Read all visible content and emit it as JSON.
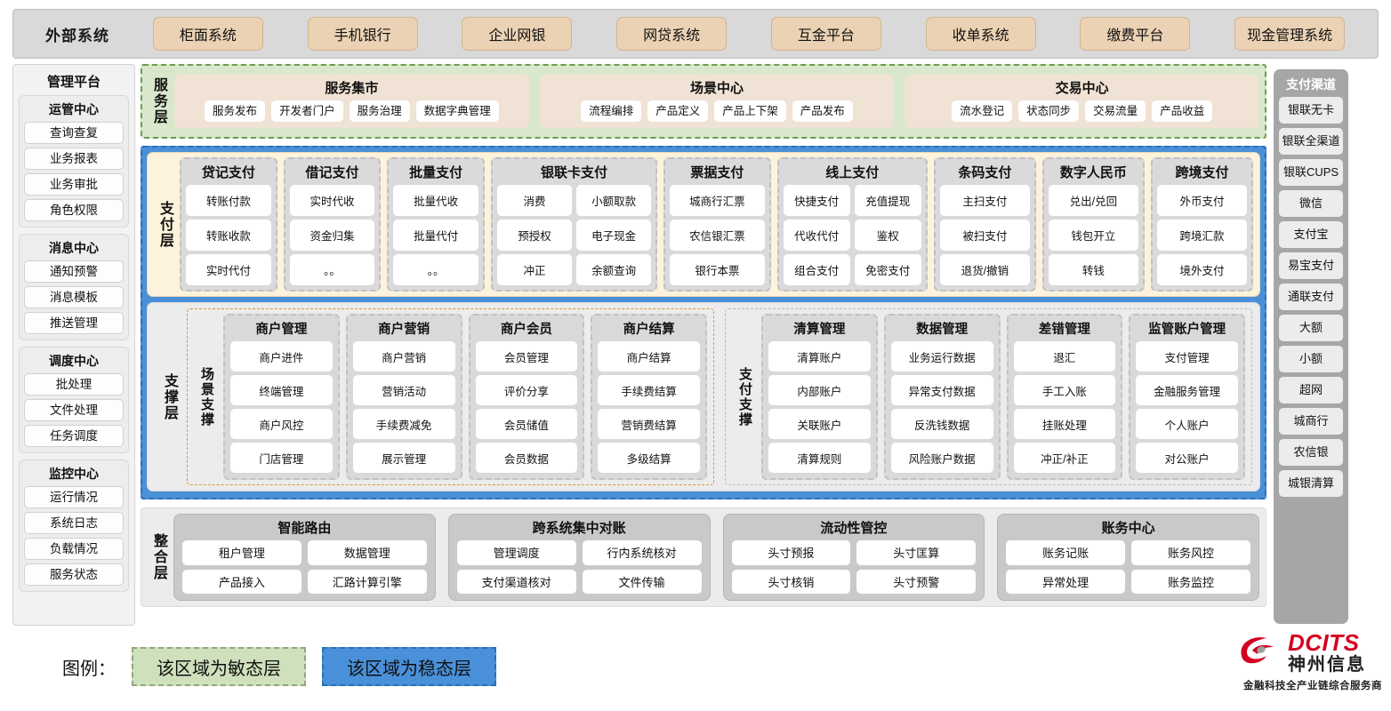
{
  "external_systems": {
    "title": "外部系统",
    "items": [
      "柜面系统",
      "手机银行",
      "企业网银",
      "网贷系统",
      "互金平台",
      "收单系统",
      "缴费平台",
      "现金管理系统"
    ]
  },
  "management_platform": {
    "title": "管理平台",
    "groups": [
      {
        "title": "运管中心",
        "items": [
          "查询查复",
          "业务报表",
          "业务审批",
          "角色权限"
        ]
      },
      {
        "title": "消息中心",
        "items": [
          "通知预警",
          "消息模板",
          "推送管理"
        ]
      },
      {
        "title": "调度中心",
        "items": [
          "批处理",
          "文件处理",
          "任务调度"
        ]
      },
      {
        "title": "监控中心",
        "items": [
          "运行情况",
          "系统日志",
          "负载情况",
          "服务状态"
        ]
      }
    ]
  },
  "payment_channels": {
    "title": "支付渠道",
    "items": [
      "银联无卡",
      "银联全渠道",
      "银联CUPS",
      "微信",
      "支付宝",
      "易宝支付",
      "通联支付",
      "大额",
      "小额",
      "超网",
      "城商行",
      "农信银",
      "城银清算"
    ]
  },
  "service_layer": {
    "label": "服务层",
    "groups": [
      {
        "title": "服务集市",
        "items": [
          "服务发布",
          "开发者门户",
          "服务治理",
          "数据字典管理"
        ]
      },
      {
        "title": "场景中心",
        "items": [
          "流程编排",
          "产品定义",
          "产品上下架",
          "产品发布"
        ]
      },
      {
        "title": "交易中心",
        "items": [
          "流水登记",
          "状态同步",
          "交易流量",
          "产品收益"
        ]
      }
    ]
  },
  "payment_layer": {
    "label": "支付层",
    "groups": [
      {
        "title": "贷记支付",
        "cols": 1,
        "rows": [
          [
            "转账付款"
          ],
          [
            "转账收款"
          ],
          [
            "实时代付"
          ]
        ]
      },
      {
        "title": "借记支付",
        "cols": 1,
        "rows": [
          [
            "实时代收"
          ],
          [
            "资金归集"
          ],
          [
            "。。"
          ]
        ]
      },
      {
        "title": "批量支付",
        "cols": 1,
        "rows": [
          [
            "批量代收"
          ],
          [
            "批量代付"
          ],
          [
            "。。"
          ]
        ]
      },
      {
        "title": "银联卡支付",
        "cols": 2,
        "rows": [
          [
            "消费",
            "小额取款"
          ],
          [
            "预授权",
            "电子现金"
          ],
          [
            "冲正",
            "余额查询"
          ]
        ]
      },
      {
        "title": "票据支付",
        "cols": 1,
        "rows": [
          [
            "城商行汇票"
          ],
          [
            "农信银汇票"
          ],
          [
            "银行本票"
          ]
        ]
      },
      {
        "title": "线上支付",
        "cols": 2,
        "rows": [
          [
            "快捷支付",
            "充值提现"
          ],
          [
            "代收代付",
            "鉴权"
          ],
          [
            "组合支付",
            "免密支付"
          ]
        ]
      },
      {
        "title": "条码支付",
        "cols": 1,
        "rows": [
          [
            "主扫支付"
          ],
          [
            "被扫支付"
          ],
          [
            "退货/撤销"
          ]
        ]
      },
      {
        "title": "数字人民币",
        "cols": 1,
        "rows": [
          [
            "兑出/兑回"
          ],
          [
            "钱包开立"
          ],
          [
            "转钱"
          ]
        ]
      },
      {
        "title": "跨境支付",
        "cols": 1,
        "rows": [
          [
            "外币支付"
          ],
          [
            "跨境汇款"
          ],
          [
            "境外支付"
          ]
        ]
      }
    ]
  },
  "support_layer": {
    "label": "支撑层",
    "regions": [
      {
        "label": "场景支撑",
        "style": "scene",
        "groups": [
          {
            "title": "商户管理",
            "items": [
              "商户进件",
              "终端管理",
              "商户风控",
              "门店管理"
            ]
          },
          {
            "title": "商户营销",
            "items": [
              "商户营销",
              "营销活动",
              "手续费减免",
              "展示管理"
            ]
          },
          {
            "title": "商户会员",
            "items": [
              "会员管理",
              "评价分享",
              "会员储值",
              "会员数据"
            ]
          },
          {
            "title": "商户结算",
            "items": [
              "商户结算",
              "手续费结算",
              "营销费结算",
              "多级结算"
            ]
          }
        ]
      },
      {
        "label": "支付支撑",
        "style": "paysup",
        "groups": [
          {
            "title": "清算管理",
            "items": [
              "清算账户",
              "内部账户",
              "关联账户",
              "清算规则"
            ]
          },
          {
            "title": "数据管理",
            "items": [
              "业务运行数据",
              "异常支付数据",
              "反洗钱数据",
              "风险账户数据"
            ]
          },
          {
            "title": "差错管理",
            "items": [
              "退汇",
              "手工入账",
              "挂账处理",
              "冲正/补正"
            ]
          },
          {
            "title": "监管账户管理",
            "items": [
              "支付管理",
              "金融服务管理",
              "个人账户",
              "对公账户"
            ]
          }
        ]
      }
    ]
  },
  "integration_layer": {
    "label": "整合层",
    "groups": [
      {
        "title": "智能路由",
        "rows": [
          [
            "租户管理",
            "数据管理"
          ],
          [
            "产品接入",
            "汇路计算引擎"
          ]
        ]
      },
      {
        "title": "跨系统集中对账",
        "rows": [
          [
            "管理调度",
            "行内系统核对"
          ],
          [
            "支付渠道核对",
            "文件传输"
          ]
        ]
      },
      {
        "title": "流动性管控",
        "rows": [
          [
            "头寸预报",
            "头寸匡算"
          ],
          [
            "头寸核销",
            "头寸预警"
          ]
        ]
      },
      {
        "title": "账务中心",
        "rows": [
          [
            "账务记账",
            "账务风控"
          ],
          [
            "异常处理",
            "账务监控"
          ]
        ]
      }
    ]
  },
  "legend": {
    "label": "图例：",
    "agile": "该区域为敏态层",
    "stable": "该区域为稳态层",
    "agile_color": "#cfe0bc",
    "stable_color": "#4a90d9"
  },
  "logo": {
    "brand_en": "DCITS",
    "brand_cn": "神州信息",
    "tagline": "金融科技全产业链综合服务商",
    "brand_color": "#d4001f"
  }
}
